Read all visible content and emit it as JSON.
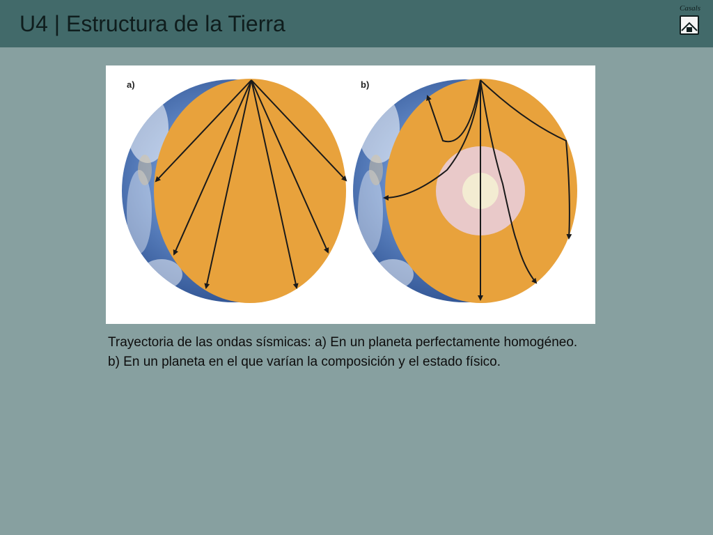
{
  "slide": {
    "title": "U4 | Estructura de la Tierra",
    "logo_text": "Casals"
  },
  "figure": {
    "panel_a_label": "a)",
    "panel_b_label": "b)"
  },
  "caption": "Trayectoria de las ondas sísmicas: a) En un planeta perfectamente homogéneo. b) En un planeta en el que varían la composición y el estado físico.",
  "colors": {
    "header": "#426a6a",
    "background": "#87a0a0",
    "mantle": "#e8a23c",
    "outer_core": "#e9c9c9",
    "inner_core": "#f3ecd2",
    "ocean": "#3e6cb0"
  }
}
